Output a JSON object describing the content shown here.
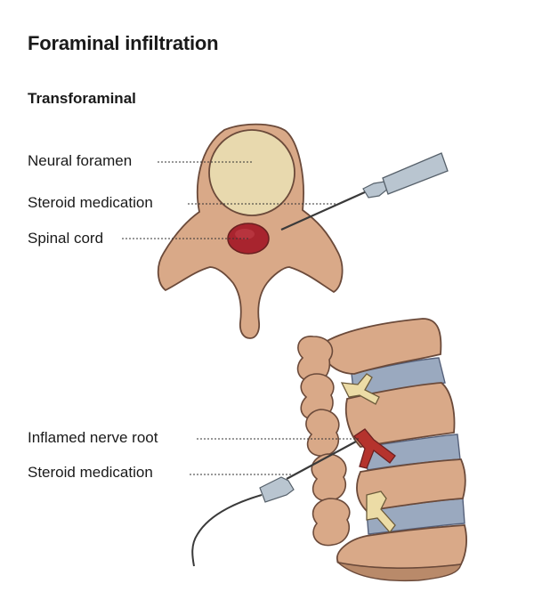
{
  "title": "Foraminal infiltration",
  "subtitle": "Transforaminal",
  "labels": {
    "neural_foramen": "Neural foramen",
    "steroid_medication_top": "Steroid medication",
    "spinal_cord": "Spinal cord",
    "inflamed_nerve_root": "Inflamed nerve root",
    "steroid_medication_bottom": "Steroid medication"
  },
  "colors": {
    "bone": "#d9a988",
    "bone_outline": "#6b4a3a",
    "foramen": "#e8d9ae",
    "cord": "#a8242e",
    "disc": "#9aa9bf",
    "nerve_healthy": "#ecdca6",
    "nerve_inflamed": "#b5332d",
    "needle": "#b9c5d0"
  }
}
